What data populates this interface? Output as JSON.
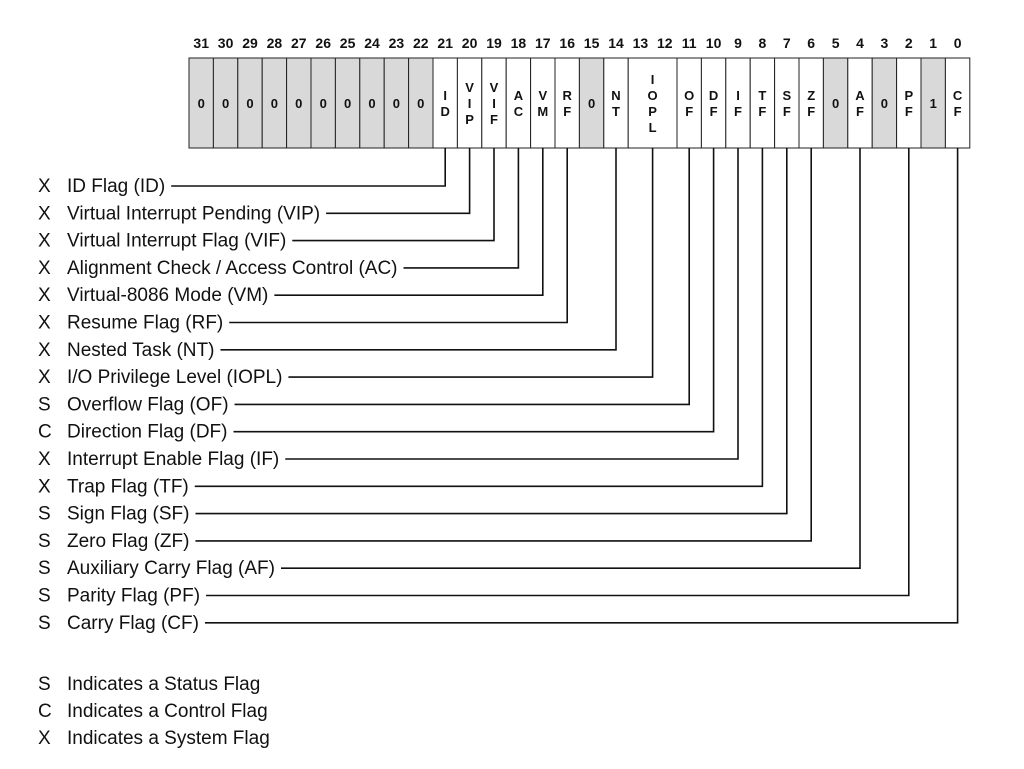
{
  "bits": [
    {
      "bit": "31",
      "label": [
        "0"
      ],
      "reserved": true
    },
    {
      "bit": "30",
      "label": [
        "0"
      ],
      "reserved": true
    },
    {
      "bit": "29",
      "label": [
        "0"
      ],
      "reserved": true
    },
    {
      "bit": "28",
      "label": [
        "0"
      ],
      "reserved": true
    },
    {
      "bit": "27",
      "label": [
        "0"
      ],
      "reserved": true
    },
    {
      "bit": "26",
      "label": [
        "0"
      ],
      "reserved": true
    },
    {
      "bit": "25",
      "label": [
        "0"
      ],
      "reserved": true
    },
    {
      "bit": "24",
      "label": [
        "0"
      ],
      "reserved": true
    },
    {
      "bit": "23",
      "label": [
        "0"
      ],
      "reserved": true
    },
    {
      "bit": "22",
      "label": [
        "0"
      ],
      "reserved": true
    },
    {
      "bit": "21",
      "label": [
        "I",
        "D"
      ],
      "reserved": false
    },
    {
      "bit": "20",
      "label": [
        "V",
        "I",
        "P"
      ],
      "reserved": false
    },
    {
      "bit": "19",
      "label": [
        "V",
        "I",
        "F"
      ],
      "reserved": false
    },
    {
      "bit": "18",
      "label": [
        "A",
        "C"
      ],
      "reserved": false
    },
    {
      "bit": "17",
      "label": [
        "V",
        "M"
      ],
      "reserved": false
    },
    {
      "bit": "16",
      "label": [
        "R",
        "F"
      ],
      "reserved": false
    },
    {
      "bit": "15",
      "label": [
        "0"
      ],
      "reserved": true
    },
    {
      "bit": "14",
      "label": [
        "N",
        "T"
      ],
      "reserved": false
    },
    {
      "bit": "13-12",
      "label": [
        "I",
        "O",
        "P",
        "L"
      ],
      "reserved": false
    },
    {
      "bit": "11",
      "label": [
        "O",
        "F"
      ],
      "reserved": false
    },
    {
      "bit": "10",
      "label": [
        "D",
        "F"
      ],
      "reserved": false
    },
    {
      "bit": "9",
      "label": [
        "I",
        "F"
      ],
      "reserved": false
    },
    {
      "bit": "8",
      "label": [
        "T",
        "F"
      ],
      "reserved": false
    },
    {
      "bit": "7",
      "label": [
        "S",
        "F"
      ],
      "reserved": false
    },
    {
      "bit": "6",
      "label": [
        "Z",
        "F"
      ],
      "reserved": false
    },
    {
      "bit": "5",
      "label": [
        "0"
      ],
      "reserved": true
    },
    {
      "bit": "4",
      "label": [
        "A",
        "F"
      ],
      "reserved": false
    },
    {
      "bit": "3",
      "label": [
        "0"
      ],
      "reserved": true
    },
    {
      "bit": "2",
      "label": [
        "P",
        "F"
      ],
      "reserved": false
    },
    {
      "bit": "1",
      "label": [
        "1"
      ],
      "reserved": true
    },
    {
      "bit": "0",
      "label": [
        "C",
        "F"
      ],
      "reserved": false
    }
  ],
  "bit_numbers": [
    "31",
    "30",
    "29",
    "28",
    "27",
    "26",
    "25",
    "24",
    "23",
    "22",
    "21",
    "20",
    "19",
    "18",
    "17",
    "16",
    "15",
    "14",
    "13",
    "12",
    "11",
    "10",
    "9",
    "8",
    "7",
    "6",
    "5",
    "4",
    "3",
    "2",
    "1",
    "0"
  ],
  "flags": [
    {
      "type": "X",
      "name": "ID Flag (ID)",
      "bit": "21"
    },
    {
      "type": "X",
      "name": "Virtual Interrupt Pending (VIP)",
      "bit": "20"
    },
    {
      "type": "X",
      "name": "Virtual Interrupt Flag (VIF)",
      "bit": "19"
    },
    {
      "type": "X",
      "name": "Alignment Check / Access Control (AC)",
      "bit": "18"
    },
    {
      "type": "X",
      "name": "Virtual-8086 Mode (VM)",
      "bit": "17"
    },
    {
      "type": "X",
      "name": "Resume Flag (RF)",
      "bit": "16"
    },
    {
      "type": "X",
      "name": "Nested Task (NT)",
      "bit": "14"
    },
    {
      "type": "X",
      "name": "I/O Privilege Level (IOPL)",
      "bit": "13-12"
    },
    {
      "type": "S",
      "name": "Overflow Flag (OF)",
      "bit": "11"
    },
    {
      "type": "C",
      "name": "Direction Flag (DF)",
      "bit": "10"
    },
    {
      "type": "X",
      "name": "Interrupt Enable Flag (IF)",
      "bit": "9"
    },
    {
      "type": "X",
      "name": "Trap Flag (TF)",
      "bit": "8"
    },
    {
      "type": "S",
      "name": "Sign Flag (SF)",
      "bit": "7"
    },
    {
      "type": "S",
      "name": "Zero Flag (ZF)",
      "bit": "6"
    },
    {
      "type": "S",
      "name": "Auxiliary Carry Flag (AF)",
      "bit": "4"
    },
    {
      "type": "S",
      "name": "Parity Flag (PF)",
      "bit": "2"
    },
    {
      "type": "S",
      "name": "Carry Flag (CF)",
      "bit": "0"
    }
  ],
  "legend": [
    {
      "type": "S",
      "text": "Indicates a Status Flag"
    },
    {
      "type": "C",
      "text": "Indicates a Control Flag"
    },
    {
      "type": "X",
      "text": "Indicates a System Flag"
    }
  ],
  "colors": {
    "reserved_fill": "#d9d9d9",
    "line": "#111111"
  }
}
